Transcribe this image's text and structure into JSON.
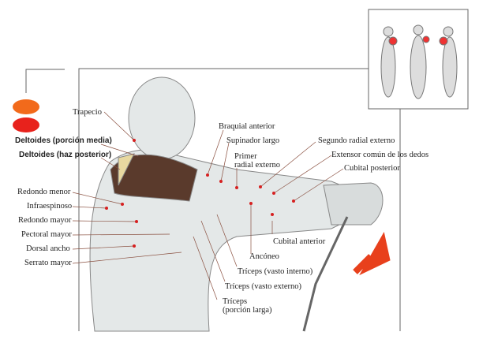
{
  "legend": [
    {
      "label": "Deltoides (porción media)",
      "color": "#f26a1b"
    },
    {
      "label": "Deltoides (haz posterior)",
      "color": "#e8221c"
    }
  ],
  "labels_left": [
    "Trapecio",
    "Redondo menor",
    "Infraespinoso",
    "Redondo mayor",
    "Pectoral mayor",
    "Dorsal ancho",
    "Serrato mayor"
  ],
  "labels_right": [
    "Braquial anterior",
    "Supinador largo",
    "Primer",
    "radial externo",
    "Segundo radial externo",
    "Extensor común de los dedos",
    "Cubital posterior",
    "Cubital anterior",
    "Ancóneo",
    "Tríceps (vasto interno)",
    "Tríceps (vasto externo)",
    "Tríceps",
    "(porción larga)"
  ],
  "colors": {
    "muscle_dot": "#d62020",
    "frame": "#666666",
    "arrow": "#e8401c"
  }
}
